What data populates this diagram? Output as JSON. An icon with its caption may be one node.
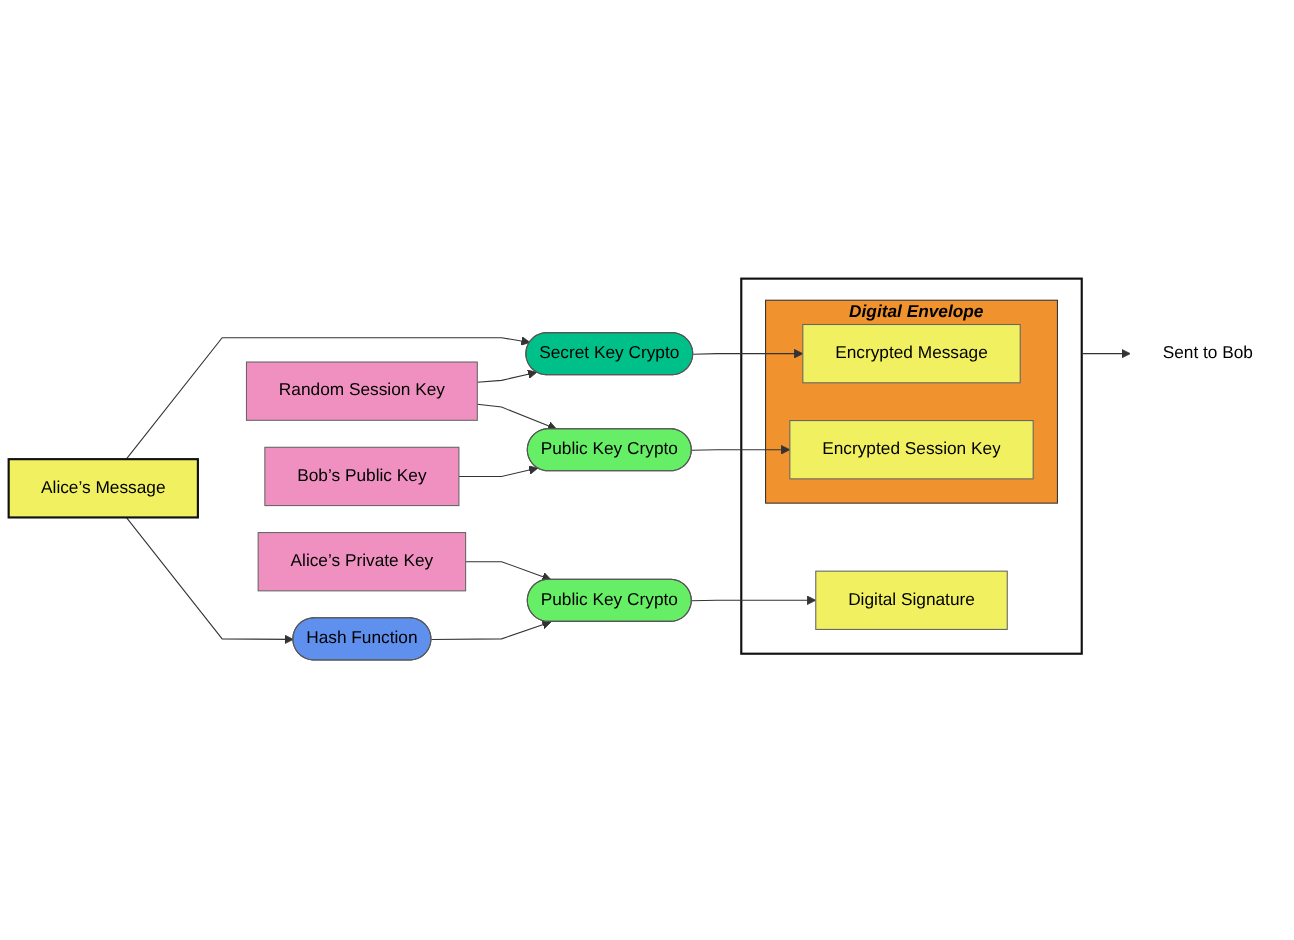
{
  "diagram": {
    "nodes": [
      {
        "text": [
          "Alice’s Private Key"
        ]
      },
      {
        "text": [
          "Public Key Crypto"
        ]
      },
      {
        "text": [],
        "shape": "box"
      },
      {
        "text": [
          "Digital Signature"
        ],
        "in": 2
      },
      {
        "text": [
          "Alice’s Message"
        ]
      },
      {
        "text": [
          "Hash Function"
        ]
      },
      {
        "text": [
          "Digital Envelope"
        ],
        "in": 2
      },
      {
        "text": [
          "Sent to Bob"
        ]
      },
      {
        "text": [
          "Random Session Key"
        ]
      },
      {
        "text": [
          "Secret Key Crypto"
        ]
      },
      {
        "text": [
          "Encrypted Message"
        ],
        "in": 6
      },
      {
        "text": [
          "Bob’s Public Key"
        ]
      },
      {
        "text": [
          "Public Key Crypto"
        ]
      },
      {
        "text": [
          "Encrypted Session Key"
        ],
        "in": 6
      }
    ],
    "edges": [
      {
        "from": 0,
        "to": 1,
        "arrow": "to"
      },
      {
        "from": 5,
        "to": 1,
        "arrow": "to"
      },
      {
        "from": 1,
        "to": 3,
        "arrow": "to"
      },
      {
        "from": 4,
        "to": 5,
        "arrow": "to"
      },
      {
        "from": 4,
        "to": 9,
        "arrow": "to"
      },
      {
        "from": 8,
        "to": 9,
        "arrow": "to"
      },
      {
        "from": 8,
        "to": 12,
        "arrow": "to"
      },
      {
        "from": 11,
        "to": 12,
        "arrow": "to"
      },
      {
        "from": 9,
        "to": 10,
        "arrow": "to"
      },
      {
        "from": 12,
        "to": 13,
        "arrow": "to"
      },
      {
        "from": 2,
        "to": 7,
        "arrow": "to"
      }
    ]
  }
}
